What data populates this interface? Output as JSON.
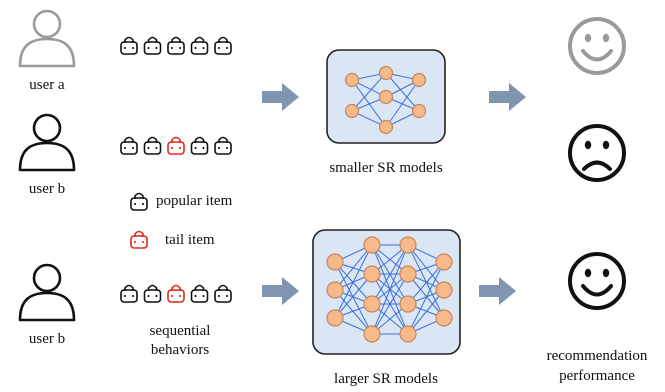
{
  "users": [
    {
      "label": "user a",
      "style": "light"
    },
    {
      "label": "user b",
      "style": "dark"
    },
    {
      "label": "user b",
      "style": "dark"
    }
  ],
  "sequences": [
    {
      "items": [
        "popular",
        "popular",
        "popular",
        "popular",
        "popular"
      ]
    },
    {
      "items": [
        "popular",
        "popular",
        "tail",
        "popular",
        "popular"
      ]
    },
    {
      "items": [
        "popular",
        "popular",
        "tail",
        "popular",
        "popular"
      ]
    }
  ],
  "legend": {
    "popular_label": "popular item",
    "tail_label": "tail item"
  },
  "sequence_caption": [
    "sequential",
    "behaviors"
  ],
  "models": {
    "small_label": "smaller SR models",
    "large_label": "larger SR models"
  },
  "outcomes": [
    {
      "mood": "happy",
      "color": "gray"
    },
    {
      "mood": "sad",
      "color": "black"
    },
    {
      "mood": "happy",
      "color": "black"
    }
  ],
  "outcome_caption": [
    "recommendation",
    "performance"
  ],
  "colors": {
    "arrow": "#7f95b0",
    "node_fill": "#f5b98a",
    "node_stroke": "#c9855a",
    "edge": "#3b6fd9",
    "box_fill": "#dbe6f5",
    "tail_item": "#e0291c",
    "popular_item": "#111111",
    "light_user": "#9a9a9a"
  }
}
